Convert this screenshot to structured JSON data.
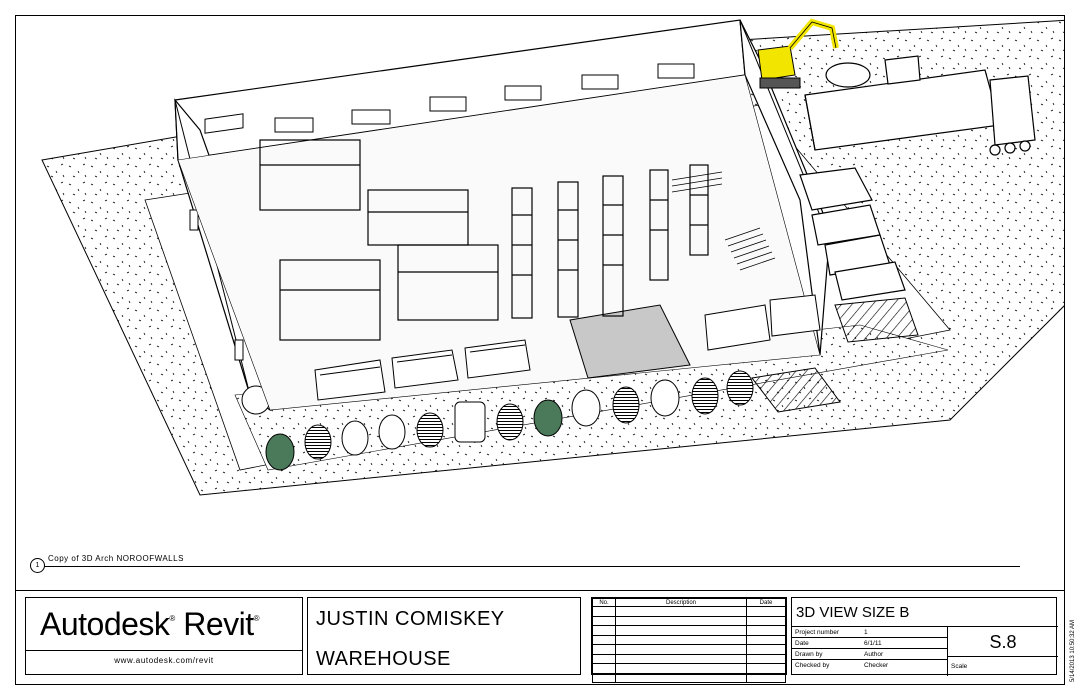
{
  "view": {
    "number": "1",
    "title": "Copy of 3D Arch NOROOFWALLS"
  },
  "logo": {
    "brand": "Autodesk",
    "product": "Revit",
    "reg_mark": "®",
    "url": "www.autodesk.com/revit"
  },
  "project": {
    "line1": "JUSTIN COMISKEY",
    "line2": "WAREHOUSE"
  },
  "revisions": {
    "headers": [
      "No.",
      "Description",
      "Date"
    ],
    "rows": 8
  },
  "sheet": {
    "view_name": "3D VIEW SIZE B",
    "fields": [
      {
        "label": "Project number",
        "value": "1"
      },
      {
        "label": "Date",
        "value": "6/1/11"
      },
      {
        "label": "Drawn by",
        "value": "Author"
      },
      {
        "label": "Checked by",
        "value": "Checker"
      }
    ],
    "number": "S.8",
    "scale_label": "Scale"
  },
  "timestamp": "5/14/2013 10:50:32 AM",
  "colors": {
    "car_green": "#4a7a5a",
    "excavator": "#f2e600",
    "gray_floor": "#c8c8c8"
  }
}
